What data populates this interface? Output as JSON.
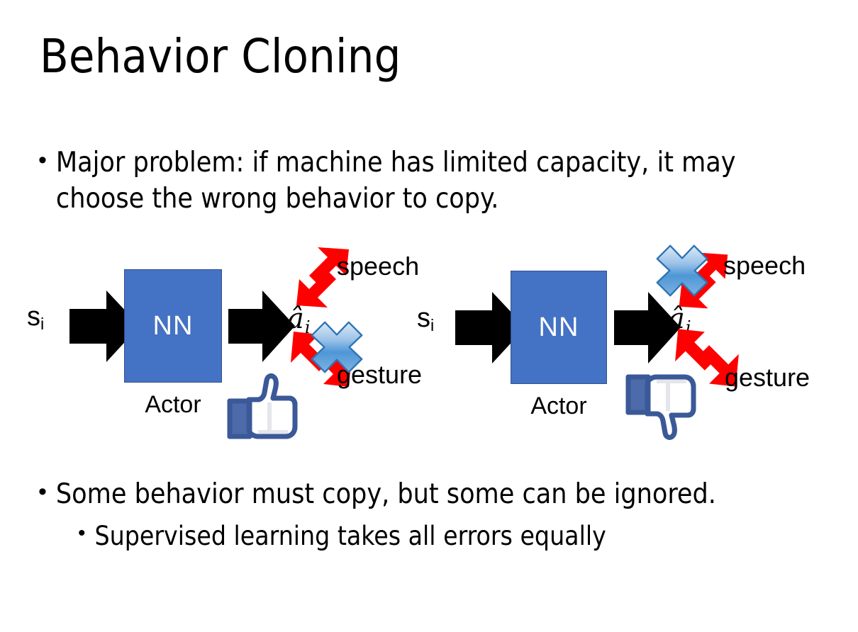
{
  "slide": {
    "title": "Behavior Cloning",
    "background_color": "#FFFFFF"
  },
  "bullets": [
    {
      "id": "problem",
      "marker": "•",
      "level": 1,
      "text": "Major problem: if machine has limited capacity, it may choose the wrong behavior to copy."
    },
    {
      "id": "some-behavior",
      "marker": "•",
      "level": 1,
      "text": "Some behavior must copy, but some can be ignored."
    },
    {
      "id": "supervised",
      "marker": "•",
      "level": 2,
      "text": "Supervised learning takes all errors equally"
    }
  ],
  "colors": {
    "nn_box_fill": "#4472C4",
    "nn_box_border": "#2F528F",
    "arrow_black": "#000000",
    "arrow_red": "#FF0000",
    "cross_blue_light": "#BDD7F0",
    "cross_blue_mid": "#5B9BD5",
    "cross_blue_dark": "#1F6FB5",
    "thumb_blue": "#3B5998",
    "thumb_fill": "#FFFFFF",
    "thumb_shade": "#E4E6EB",
    "text_black": "#000000",
    "text_white": "#FFFFFF"
  },
  "diagrams": [
    {
      "id": "left",
      "position": "left",
      "state_label": "s",
      "state_subscript": "i",
      "nn_label": "NN",
      "actor_label": "Actor",
      "output_symbol": "â",
      "output_subscript": "i",
      "branches": [
        {
          "name": "speech",
          "label": "speech",
          "direction": "up",
          "crossed_out": false
        },
        {
          "name": "gesture",
          "label": "gesture",
          "direction": "down",
          "crossed_out": true
        }
      ],
      "feedback_icon": "thumbs-up-icon",
      "feedback_value": "positive"
    },
    {
      "id": "right",
      "position": "right",
      "state_label": "s",
      "state_subscript": "i",
      "nn_label": "NN",
      "actor_label": "Actor",
      "output_symbol": "â",
      "output_subscript": "i",
      "branches": [
        {
          "name": "speech",
          "label": "speech",
          "direction": "up",
          "crossed_out": true
        },
        {
          "name": "gesture",
          "label": "gesture",
          "direction": "down",
          "crossed_out": false
        }
      ],
      "feedback_icon": "thumbs-down-icon",
      "feedback_value": "negative"
    }
  ]
}
